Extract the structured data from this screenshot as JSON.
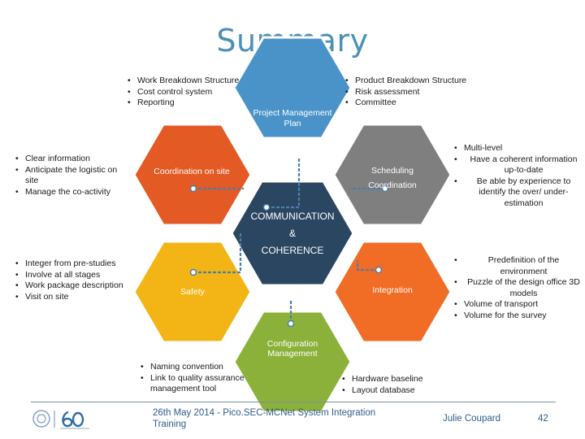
{
  "title": "Summary",
  "hexagons": {
    "top": {
      "label": "Project Management Plan",
      "color": "#4a93c9"
    },
    "left_upper": {
      "label": "Coordination on site",
      "color": "#e35a24"
    },
    "right_upper": {
      "label": "Scheduling Coordination",
      "color": "#7f7f7f"
    },
    "center": {
      "line1": "COMMUNICATION",
      "line2": "&",
      "line3": "COHERENCE",
      "color": "#2a4660"
    },
    "left_lower": {
      "label": "Safety",
      "color": "#f2b515"
    },
    "right_lower": {
      "label": "Integration",
      "color": "#f16c24"
    },
    "bottom": {
      "label": "Configuration Management",
      "color": "#8cb13a"
    }
  },
  "connector_color": "#4c7dad",
  "bullets": {
    "top_left": [
      "Work Breakdown Structure",
      "Cost control system",
      "Reporting"
    ],
    "top_right": [
      "Product Breakdown Structure",
      "Risk assessment",
      "Committee"
    ],
    "left_upper": [
      "Clear information",
      "Anticipate the logistic on site",
      "Manage the co-activity"
    ],
    "right_upper": [
      "Multi-level",
      "Have a coherent information up-to-date",
      "Be able by experience to identify the over/ under-estimation"
    ],
    "left_lower": [
      "Integer from pre-studies",
      "Involve at all stages",
      "Work package description",
      "Visit on site"
    ],
    "right_lower": [
      "Predefinition of the environment",
      "Puzzle of the design office 3D models",
      "Volume of transport",
      "Volume for the survey"
    ],
    "bottom_left": [
      "Naming convention",
      "Link to quality assurance management tool"
    ],
    "bottom_right": [
      "Hardware baseline",
      "Layout database"
    ]
  },
  "footer": {
    "event": "26th May 2014 - Pico.SEC-MCNet System Integration Training",
    "author": "Julie Coupard",
    "page": "42"
  }
}
